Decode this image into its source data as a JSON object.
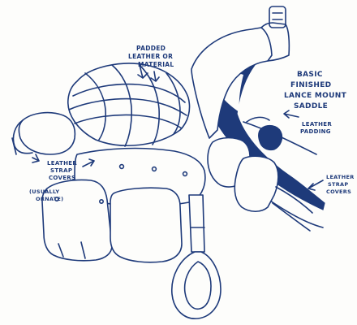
{
  "labels": {
    "title": [
      "BASIC",
      "FINISHED",
      "LANCE MOUNT",
      "SADDLE"
    ],
    "padded": [
      "PADDED",
      "LEATHER OR",
      "MATERIAL"
    ],
    "strap_covers_left": [
      "LEATHER",
      "STRAP",
      "COVERS"
    ],
    "usually_ornate": [
      "(USUALLY",
      "ORNATE)"
    ],
    "leather_padding": [
      "LEATHER",
      "PADDING"
    ],
    "strap_covers_right": [
      "LEATHER",
      "STRAP",
      "COVERS"
    ]
  },
  "colors": {
    "ink": "#1e3a7a",
    "paper": "#fdfdfb"
  }
}
